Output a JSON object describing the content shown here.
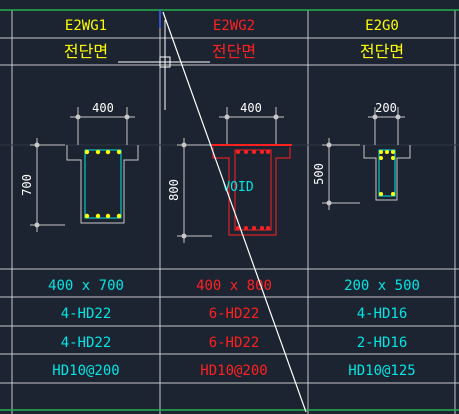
{
  "colors": {
    "background": "#1c2431",
    "grid": "#c8c8c8",
    "frame": "#22b14c",
    "yellow": "#ffff00",
    "red": "#ff2020",
    "cyan": "#00e5e5",
    "white": "#ffffff"
  },
  "columns": [
    {
      "mark": "E2WG1",
      "mark_color": "yellow",
      "section_label": "전단면",
      "width_dim": "400",
      "height_dim": "700",
      "void_label": "",
      "size": "400 x 700",
      "top_bar": "4-HD22",
      "bottom_bar": "4-HD22",
      "stirrup": "HD10@200",
      "value_color": "cyan"
    },
    {
      "mark": "E2WG2",
      "mark_color": "red",
      "section_label": "전단면",
      "width_dim": "400",
      "height_dim": "800",
      "void_label": "VOID",
      "size": "400 x 800",
      "top_bar": "6-HD22",
      "bottom_bar": "6-HD22",
      "stirrup": "HD10@200",
      "value_color": "red"
    },
    {
      "mark": "E2G0",
      "mark_color": "yellow",
      "section_label": "전단면",
      "width_dim": "200",
      "height_dim": "500",
      "void_label": "",
      "size": "200 x 500",
      "top_bar": "4-HD16",
      "bottom_bar": "2-HD16",
      "stirrup": "HD10@125",
      "value_color": "cyan"
    }
  ]
}
